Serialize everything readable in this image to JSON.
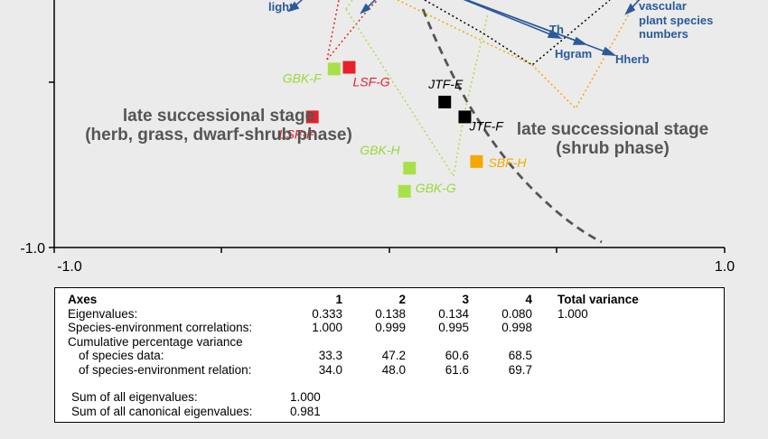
{
  "chart_data": {
    "type": "scatter",
    "xlim": [
      -1.0,
      1.0
    ],
    "ylim": [
      -1.0,
      1.0
    ],
    "x_ticks": [
      "-1.0",
      "1.0"
    ],
    "y_ticks": [
      "-1.0"
    ],
    "points": [
      {
        "label": "LSF-F",
        "x": -0.23,
        "y": -0.605,
        "color": "#e8202a"
      },
      {
        "label": "LSF-G",
        "x": -0.12,
        "y": -0.455,
        "color": "#e8202a"
      },
      {
        "label": "GBK-F",
        "x": -0.165,
        "y": -0.46,
        "color": "#a8e04a"
      },
      {
        "label": "GBK-H",
        "x": 0.06,
        "y": -0.76,
        "color": "#a8e04a"
      },
      {
        "label": "GBK-G",
        "x": 0.045,
        "y": -0.83,
        "color": "#a8e04a"
      },
      {
        "label": "JTF-E",
        "x": 0.165,
        "y": -0.56,
        "color": "#000000"
      },
      {
        "label": "JTF-F",
        "x": 0.225,
        "y": -0.605,
        "color": "#000000"
      },
      {
        "label": "SBF-H",
        "x": 0.26,
        "y": -0.74,
        "color": "#f5a800"
      }
    ],
    "vectors": [
      {
        "label": "light"
      },
      {
        "label": "Th"
      },
      {
        "label": "Hgram"
      },
      {
        "label": "Hherb"
      },
      {
        "label": "vascular plant species numbers"
      }
    ],
    "annotations": {
      "left_region": [
        "late successional stage",
        "(herb, grass, dwarf-shrub phase)"
      ],
      "right_region": [
        "late successional stage",
        "(shrub phase)"
      ]
    },
    "colors": {
      "lsf": "#e8202a",
      "gbk": "#a8e04a",
      "jtf": "#000000",
      "sbf": "#f5a800",
      "vector": "#2a5a9a",
      "region_text": "#555555"
    }
  },
  "stats_table": {
    "header": {
      "label": "Axes",
      "c1": "1",
      "c2": "2",
      "c3": "3",
      "c4": "4",
      "total": "Total variance"
    },
    "rows": [
      {
        "label": "Eigenvalues:",
        "c1": "0.333",
        "c2": "0.138",
        "c3": "0.134",
        "c4": "0.080",
        "total": "1.000"
      },
      {
        "label": "Species-environment correlations:",
        "c1": "1.000",
        "c2": "0.999",
        "c3": "0.995",
        "c4": "0.998",
        "total": ""
      },
      {
        "label": "Cumulative percentage variance",
        "c1": "",
        "c2": "",
        "c3": "",
        "c4": "",
        "total": ""
      },
      {
        "label": "   of species data:",
        "c1": "33.3",
        "c2": "47.2",
        "c3": "60.6",
        "c4": "68.5",
        "total": ""
      },
      {
        "label": "   of species-environment relation:",
        "c1": "34.0",
        "c2": "48.0",
        "c3": "61.6",
        "c4": "69.7",
        "total": ""
      }
    ],
    "sums": [
      {
        "label": " Sum of all eigenvalues:",
        "value": "1.000"
      },
      {
        "label": " Sum of all canonical eigenvalues:",
        "value": "0.981"
      }
    ]
  }
}
